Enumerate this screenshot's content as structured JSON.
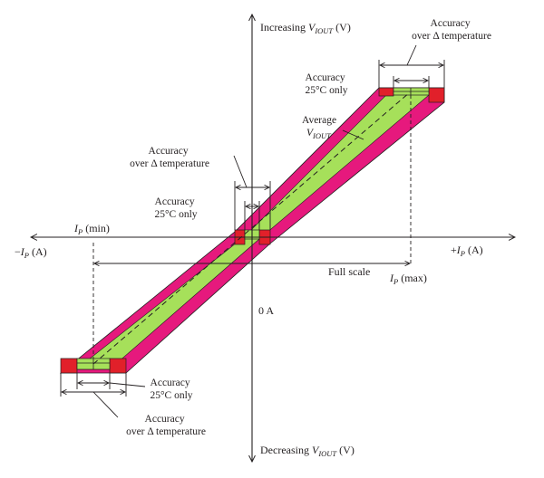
{
  "colors": {
    "outer_band": "#e6197d",
    "inner_band": "#a6e05a",
    "end_block": "#e1202a",
    "line": "#231f20"
  },
  "axes": {
    "y_top": {
      "prefix": "Increasing ",
      "symbol": "V",
      "sub": "IOUT",
      "unit": " (V)"
    },
    "y_bottom": {
      "prefix": "Decreasing ",
      "symbol": "V",
      "sub": "IOUT",
      "unit": " (V)"
    },
    "x_left": {
      "sign": "−",
      "symbol": "I",
      "sub": "P",
      "unit": " (A)"
    },
    "x_right": {
      "sign": "+",
      "symbol": "I",
      "sub": "P",
      "unit": " (A)"
    },
    "origin": "0 A"
  },
  "labels": {
    "ip_min": {
      "symbol": "I",
      "sub": "P",
      "rest": " (min)"
    },
    "ip_max": {
      "symbol": "I",
      "sub": "P",
      "rest": " (max)"
    },
    "full_scale": "Full scale",
    "average": {
      "line1": "Average",
      "symbol": "V",
      "sub": "IOUT"
    }
  },
  "annotations": {
    "top_temp": {
      "line1": "Accuracy",
      "line2": "over Δ temperature"
    },
    "top_25": {
      "line1": "Accuracy",
      "line2": "25°C only"
    },
    "mid_temp": {
      "line1": "Accuracy",
      "line2": "over Δ temperature"
    },
    "mid_25": {
      "line1": "Accuracy",
      "line2": "25°C only"
    },
    "bot_25": {
      "line1": "Accuracy",
      "line2": "25°C only"
    },
    "bot_temp": {
      "line1": "Accuracy",
      "line2": "over Δ temperature"
    }
  }
}
